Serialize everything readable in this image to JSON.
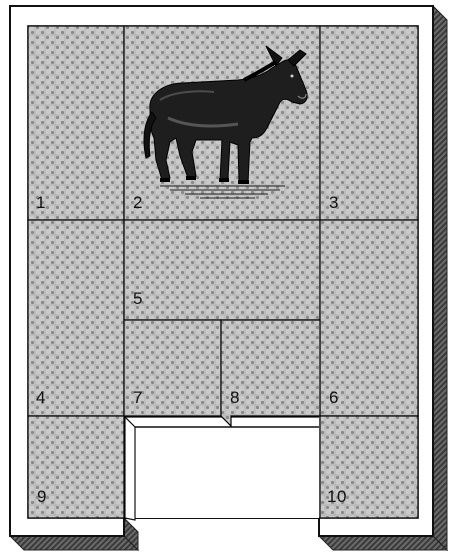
{
  "puzzle": {
    "pieces": [
      {
        "id": 1,
        "label": "1"
      },
      {
        "id": 2,
        "label": "2",
        "picture": "donkey"
      },
      {
        "id": 3,
        "label": "3"
      },
      {
        "id": 4,
        "label": "4"
      },
      {
        "id": 5,
        "label": "5"
      },
      {
        "id": 6,
        "label": "6"
      },
      {
        "id": 7,
        "label": "7"
      },
      {
        "id": 8,
        "label": "8"
      },
      {
        "id": 9,
        "label": "9"
      },
      {
        "id": 10,
        "label": "10"
      }
    ],
    "exit": {
      "state": "empty"
    }
  },
  "colors": {
    "frame": "#ffffff",
    "frame_shadow": "#5a5a5a",
    "tile_fill": "#c9c9c9",
    "tile_weave": "#8a8a8a",
    "grid_lines": "#000000",
    "donkey": "#1a1a1a"
  },
  "icons": {
    "donkey_picture": "donkey-icon"
  }
}
